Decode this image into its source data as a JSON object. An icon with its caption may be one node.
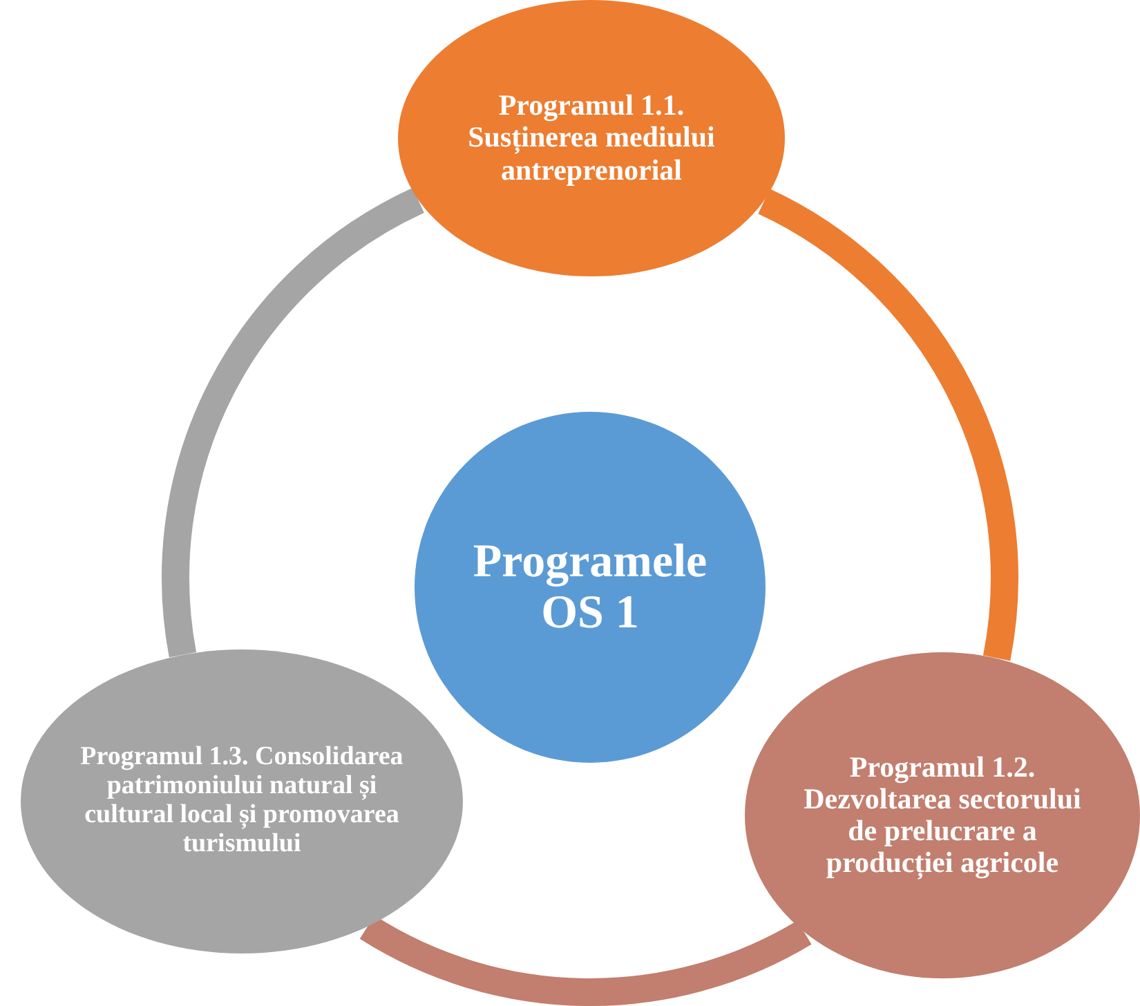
{
  "diagram": {
    "nodes": [
      {
        "text": [
          "Programele OS 1"
        ]
      },
      {
        "text": [
          "Programul 1.1. Susținerea mediului antreprenorial"
        ]
      },
      {
        "text": [
          "Programul 1.2. Dezvoltarea sectorului de prelucrare a producției agricole"
        ]
      },
      {
        "text": [
          "Programul 1.3. Consolidarea patrimoniului natural și cultural local și promovarea turismului"
        ]
      }
    ],
    "edges": [
      {
        "from": 1,
        "to": 2,
        "arrow": "none",
        "color": "#ed7d31"
      },
      {
        "from": 2,
        "to": 3,
        "arrow": "none",
        "color": "#c27e6e"
      },
      {
        "from": 3,
        "to": 1,
        "arrow": "none",
        "color": "#a5a5a5"
      }
    ]
  }
}
